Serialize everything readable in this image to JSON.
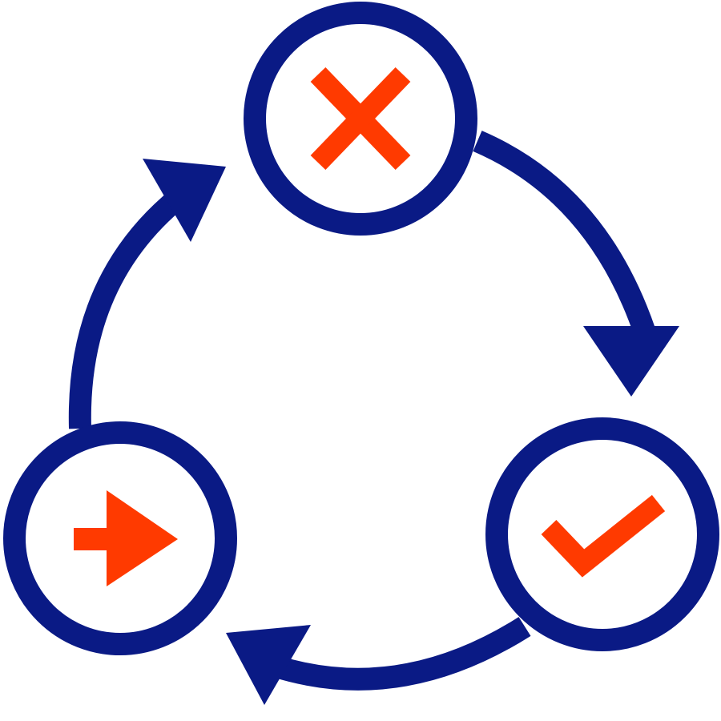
{
  "diagram": {
    "type": "cycle",
    "colors": {
      "stroke": "#0a1a85",
      "accent": "#ff3a00",
      "background": "#ffffff"
    },
    "nodes": [
      {
        "id": "top",
        "icon": "x-mark-icon"
      },
      {
        "id": "bottom-right",
        "icon": "check-mark-icon"
      },
      {
        "id": "bottom-left",
        "icon": "arrow-right-icon"
      }
    ],
    "arrows": [
      {
        "from": "top",
        "to": "bottom-right",
        "direction": "clockwise"
      },
      {
        "from": "bottom-right",
        "to": "bottom-left",
        "direction": "clockwise"
      },
      {
        "from": "bottom-left",
        "to": "top",
        "direction": "clockwise"
      }
    ]
  }
}
